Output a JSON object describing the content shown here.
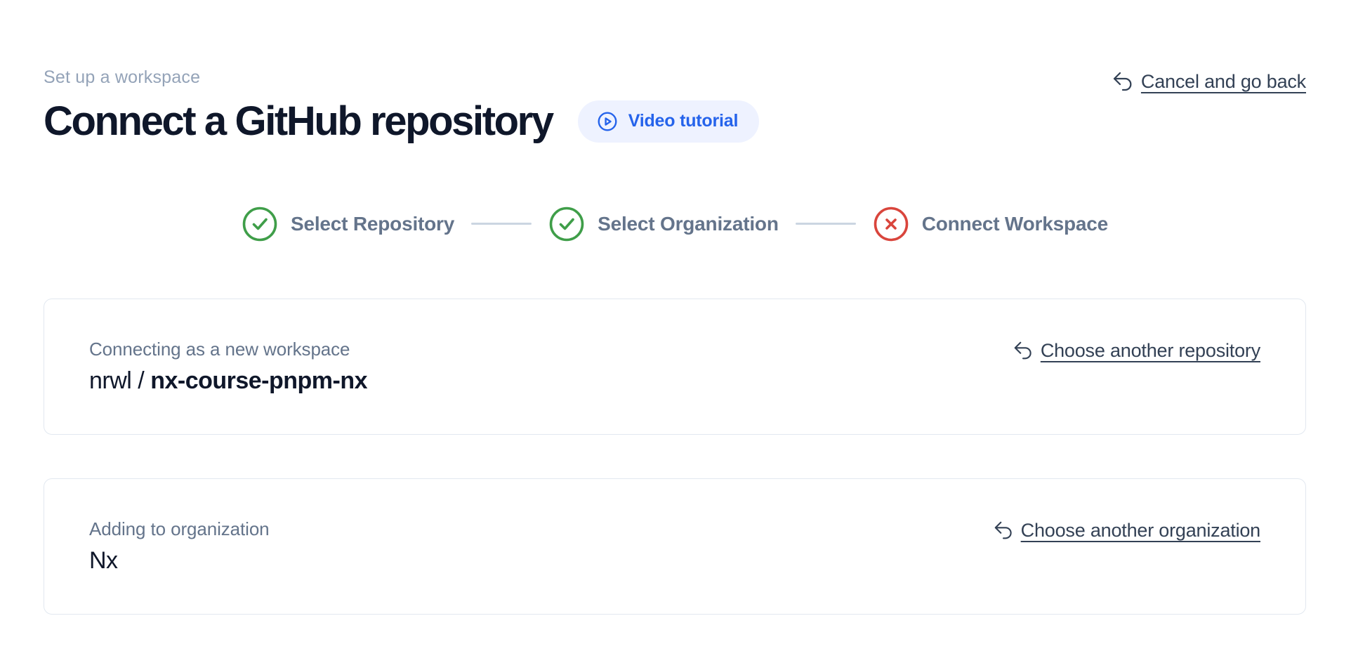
{
  "page": {
    "eyebrow": "Set up a workspace",
    "title": "Connect a GitHub repository"
  },
  "header": {
    "video_tutorial_label": "Video tutorial",
    "cancel_link_label": "Cancel and go back"
  },
  "stepper": {
    "steps": [
      {
        "label": "Select Repository",
        "status": "complete"
      },
      {
        "label": "Select Organization",
        "status": "complete"
      },
      {
        "label": "Connect Workspace",
        "status": "error"
      }
    ]
  },
  "repo_card": {
    "label": "Connecting as a new workspace",
    "org": "nrwl",
    "separator": " / ",
    "repo": "nx-course-pnpm-nx",
    "change_link_label": "Choose another repository"
  },
  "org_card": {
    "label": "Adding to organization",
    "name": "Nx",
    "change_link_label": "Choose another organization"
  },
  "icons": {
    "play_circle": "play-circle-icon",
    "undo": "undo-icon",
    "check_circle": "check-circle-icon",
    "x_circle": "x-circle-icon"
  },
  "colors": {
    "success_green": "#3f9e49",
    "error_red": "#d9453c",
    "accent_blue": "#2563eb",
    "pill_background": "#eef2ff",
    "link_slate": "#334155",
    "muted_slate": "#64748b",
    "faint_slate": "#94a3b8",
    "connector_gray": "#cbd5e1",
    "card_border": "#e2e8f0",
    "heading_ink": "#0f172a"
  }
}
